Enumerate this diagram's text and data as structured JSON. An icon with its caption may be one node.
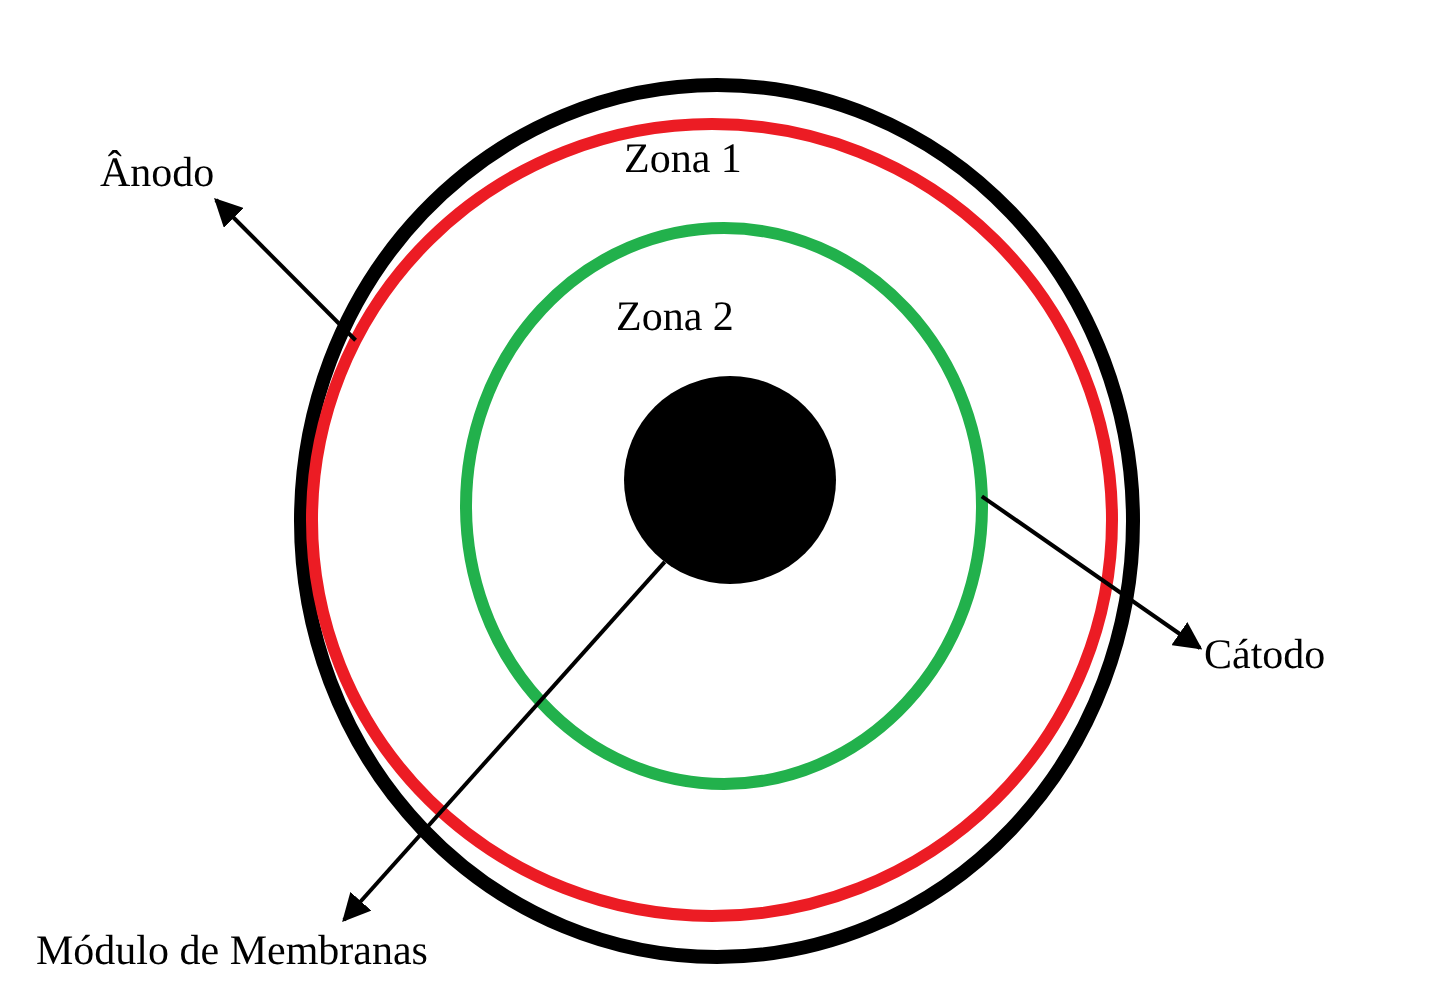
{
  "diagram": {
    "nodes": [
      {
        "text": [
          "Ânodo"
        ]
      },
      {
        "text": [
          "Cátodo"
        ]
      },
      {
        "text": [
          "Módulo de Membranas"
        ]
      },
      {
        "text": [],
        "shape": "circle"
      },
      {
        "text": [],
        "shape": "circle",
        "in": 3
      },
      {
        "text": [],
        "shape": "circle",
        "in": 4
      },
      {
        "text": [],
        "shape": "circle",
        "in": 5
      }
    ],
    "edges": [
      {
        "from": 4,
        "to": 0,
        "arrow": "to"
      },
      {
        "from": 5,
        "to": 1,
        "arrow": "to"
      },
      {
        "from": 6,
        "to": 2,
        "arrow": "to"
      }
    ],
    "labels": [
      "Zona 1",
      "Zona 2"
    ]
  }
}
